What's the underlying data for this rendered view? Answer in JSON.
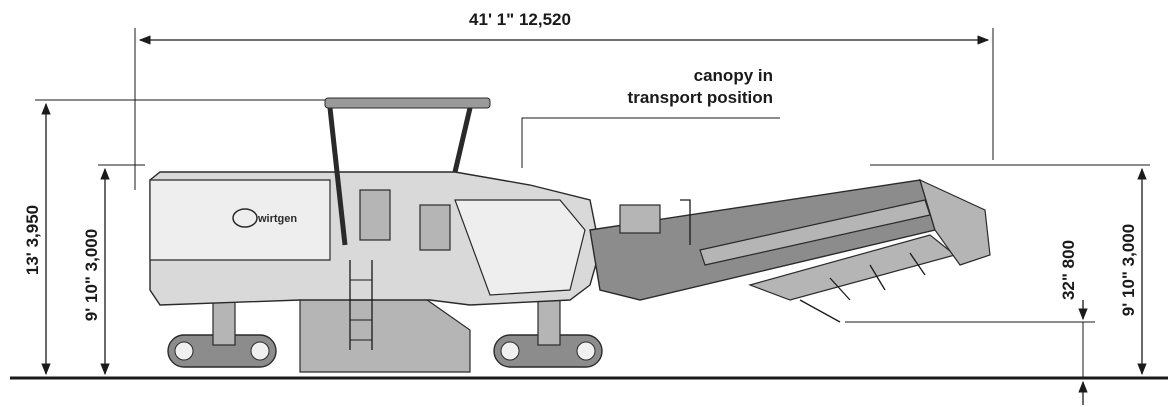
{
  "dimensions": {
    "overall_length": "41' 1\"  12,520",
    "overall_height": "13'  3,950",
    "rear_height": "9' 10\"  3,000",
    "conveyor_height": "9' 10\"  3,000",
    "milling_depth": "32\"  800"
  },
  "callout": {
    "line1": "canopy in",
    "line2": "transport position"
  },
  "logo_text": "wirtgen",
  "colors": {
    "line": "#1a1a1a",
    "machine_body": "#d9d9d9",
    "conveyor": "#8c8c8c"
  }
}
